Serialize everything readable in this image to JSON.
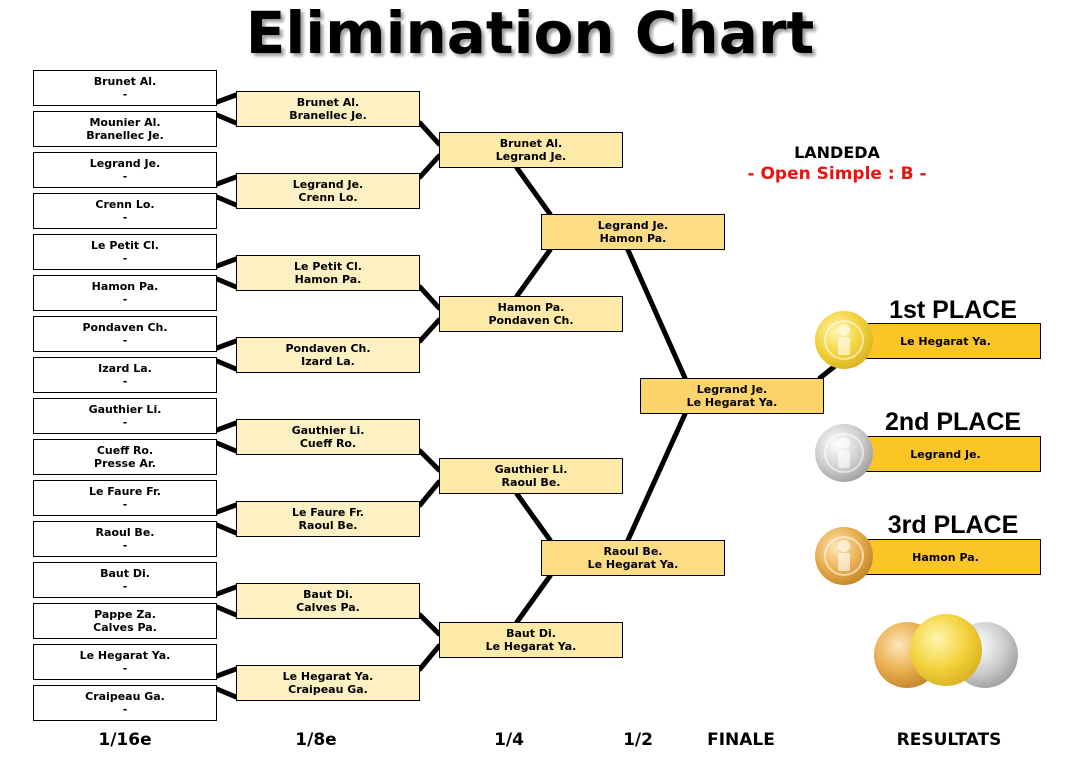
{
  "title": "Elimination Chart",
  "venue": "LANDEDA",
  "event": "- Open Simple : B -",
  "rounds": {
    "r16": "1/16e",
    "r8": "1/8e",
    "r4": "1/4",
    "r2": "1/2",
    "final": "FINALE",
    "results": "RESULTATS"
  },
  "bracket": {
    "r0": [
      [
        "Brunet Al.",
        "-"
      ],
      [
        "Mounier Al.",
        "Branellec Je."
      ],
      [
        "Legrand Je.",
        "-"
      ],
      [
        "Crenn Lo.",
        "-"
      ],
      [
        "Le Petit Cl.",
        "-"
      ],
      [
        "Hamon Pa.",
        "-"
      ],
      [
        "Pondaven Ch.",
        "-"
      ],
      [
        "Izard La.",
        "-"
      ],
      [
        "Gauthier Li.",
        "-"
      ],
      [
        "Cueff Ro.",
        "Presse Ar."
      ],
      [
        "Le Faure Fr.",
        "-"
      ],
      [
        "Raoul Be.",
        "-"
      ],
      [
        "Baut Di.",
        "-"
      ],
      [
        "Pappe Za.",
        "Calves Pa."
      ],
      [
        "Le Hegarat Ya.",
        "-"
      ],
      [
        "Craipeau Ga.",
        "-"
      ]
    ],
    "r1": [
      [
        "Brunet Al.",
        "Branellec Je."
      ],
      [
        "Legrand Je.",
        "Crenn Lo."
      ],
      [
        "Le Petit Cl.",
        "Hamon Pa."
      ],
      [
        "Pondaven Ch.",
        "Izard La."
      ],
      [
        "Gauthier Li.",
        "Cueff Ro."
      ],
      [
        "Le Faure Fr.",
        "Raoul Be."
      ],
      [
        "Baut Di.",
        "Calves Pa."
      ],
      [
        "Le Hegarat Ya.",
        "Craipeau Ga."
      ]
    ],
    "r2": [
      [
        "Brunet Al.",
        "Legrand Je."
      ],
      [
        "Hamon Pa.",
        "Pondaven Ch."
      ],
      [
        "Gauthier Li.",
        "Raoul Be."
      ],
      [
        "Baut Di.",
        "Le Hegarat Ya."
      ]
    ],
    "r3": [
      [
        "Legrand Je.",
        "Hamon Pa."
      ],
      [
        "Raoul Be.",
        "Le Hegarat Ya."
      ]
    ],
    "r4": [
      [
        "Legrand Je.",
        "Le Hegarat Ya."
      ]
    ]
  },
  "results": {
    "first_label": "1st PLACE",
    "first_name": "Le Hegarat Ya.",
    "second_label": "2nd PLACE",
    "second_name": "Legrand Je.",
    "third_label": "3rd PLACE",
    "third_name": "Hamon Pa."
  },
  "colors": {
    "round16": "#ffffff",
    "round8": "#fdf1c4",
    "quarter": "#fde9a8",
    "semi": "#fddc86",
    "final": "#fcd46a",
    "place_box": "#fcc526",
    "event_text": "#ee1111"
  },
  "icons": [
    "gold-medal-icon",
    "silver-medal-icon",
    "bronze-medal-icon",
    "medals-trio-icon"
  ]
}
